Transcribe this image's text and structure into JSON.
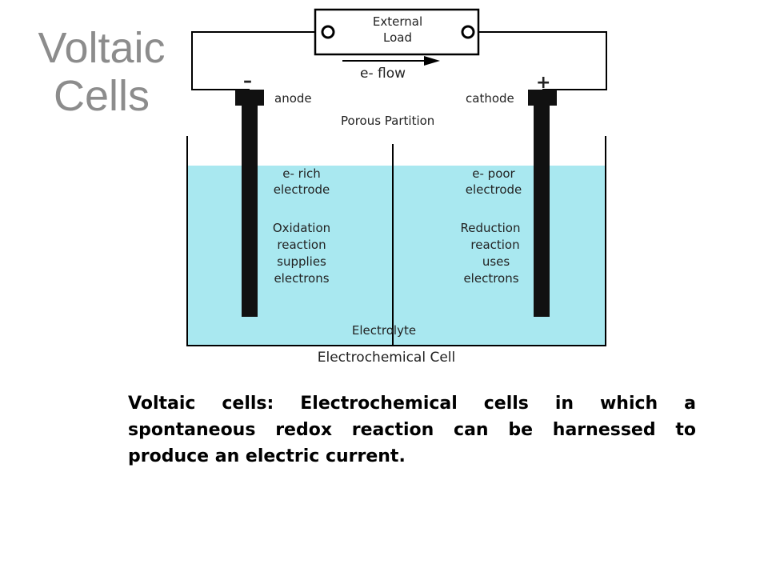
{
  "title": {
    "line1": "Voltaic",
    "line2": "Cells"
  },
  "diagram": {
    "load_label_line1": "External",
    "load_label_line2": "Load",
    "flow_label": "e- flow",
    "anode_sign": "–",
    "cathode_sign": "+",
    "anode_label": "anode",
    "cathode_label": "cathode",
    "partition_label": "Porous Partition",
    "anode_desc": [
      "e- rich",
      "electrode",
      "",
      "Oxidation",
      "reaction",
      "supplies",
      "electrons"
    ],
    "cathode_desc": [
      "e- poor",
      "electrode",
      "",
      "Reduction",
      "reaction",
      "uses",
      "electrons"
    ],
    "electrolyte_label": "Electrolyte",
    "cell_label": "Electrochemical Cell",
    "colors": {
      "electrolyte": "#a9e8f0",
      "electrode": "#111111",
      "wire": "#000000"
    }
  },
  "caption": "Voltaic cells: Electrochemical cells in which a spontaneous redox reaction can be harnessed to produce an electric current."
}
